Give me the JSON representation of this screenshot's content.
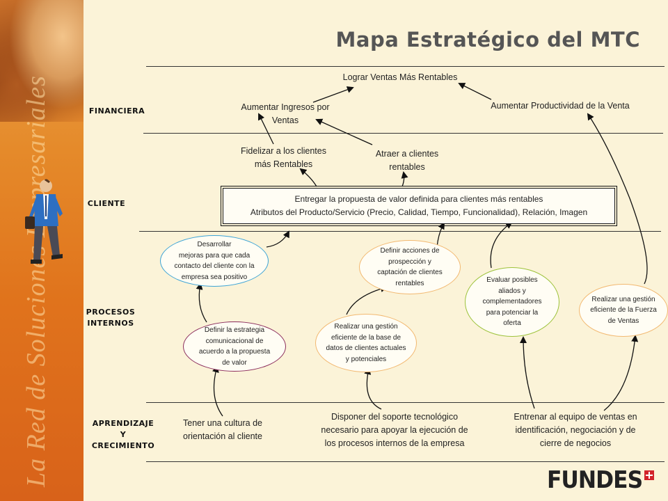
{
  "title": "Mapa Estratégico del MTC",
  "sidebar_text": "La Red de Soluciones Empresariales",
  "perspectives": {
    "financiera": "FINANCIERA",
    "cliente": "CLIENTE",
    "procesos": [
      "PROCESOS",
      "INTERNOS"
    ],
    "aprendizaje": [
      "APRENDIZAJE",
      "Y",
      "CRECIMIENTO"
    ]
  },
  "financiera": {
    "lograr": "Lograr Ventas Más Rentables",
    "ingresos": [
      "Aumentar Ingresos por",
      "Ventas"
    ],
    "productividad": "Aumentar Productividad de la Venta"
  },
  "cliente": {
    "fidelizar": [
      "Fidelizar  a los clientes",
      "más Rentables"
    ],
    "atraer": [
      "Atraer a clientes",
      "rentables"
    ],
    "propuesta": [
      "Entregar la propuesta de valor definida para clientes más rentables",
      "Atributos del Producto/Servicio (Precio, Calidad, Tiempo, Funcionalidad),  Relación, Imagen"
    ]
  },
  "procesos": {
    "desarrollar": [
      "Desarrollar",
      "mejoras para que cada",
      "contacto del cliente  con la",
      "empresa sea  positivo"
    ],
    "estrategia": [
      "Definir la estrategia",
      "comunicacional  de",
      "acuerdo a la propuesta",
      "de valor"
    ],
    "acciones": [
      "Definir acciones de",
      "prospección  y",
      "captación de clientes",
      "rentables"
    ],
    "gestion_bd": [
      "Realizar una gestión",
      "eficiente de la base de",
      "datos de clientes actuales",
      "y potenciales"
    ],
    "aliados": [
      "Evaluar posibles",
      "aliados y",
      "complementadores",
      "para potenciar la",
      "oferta"
    ],
    "fuerza": [
      "Realizar una gestión",
      "eficiente de la Fuerza",
      "de Ventas"
    ]
  },
  "aprendizaje": {
    "cultura": [
      "Tener una cultura de",
      "orientación al cliente"
    ],
    "soporte": [
      "Disponer del soporte tecnológico",
      "necesario para apoyar la ejecución de",
      "los procesos internos de la empresa"
    ],
    "entrenar": [
      "Entrenar al equipo de ventas en",
      "identificación, negociación y de",
      "cierre de negocios"
    ]
  },
  "logo": "FUNDES",
  "colors": {
    "sidebar": "#e0731c",
    "background": "#fbf3d8",
    "ellipse_blue": "#3ba3d6",
    "ellipse_purple": "#8a2a5a",
    "ellipse_orange": "#f2b870",
    "ellipse_green": "#9cc23a",
    "logo_red": "#d2232a"
  }
}
